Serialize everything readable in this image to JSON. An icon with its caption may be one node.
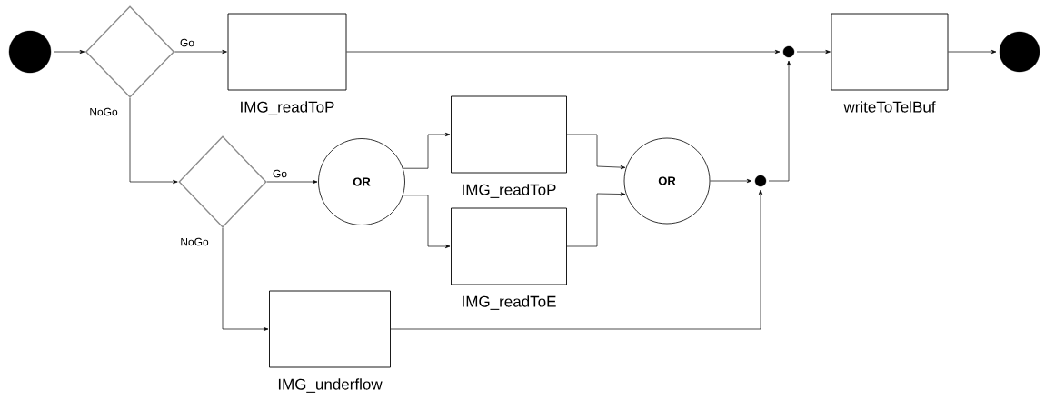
{
  "diagram": {
    "nodes": [
      {
        "text": [],
        "shape": "circle"
      },
      {
        "text": [],
        "shape": "diamond"
      },
      {
        "text": [
          "IMG_readToP"
        ]
      },
      {
        "text": [],
        "shape": "diamond"
      },
      {
        "text": [
          "OR"
        ]
      },
      {
        "text": [
          "IMG_readToP"
        ]
      },
      {
        "text": [
          "IMG_readToE"
        ]
      },
      {
        "text": [
          "OR"
        ]
      },
      {
        "text": [],
        "shape": "circle"
      },
      {
        "text": [
          "IMG_underflow"
        ]
      },
      {
        "text": [],
        "shape": "circle"
      },
      {
        "text": [
          "writeToTelBuf"
        ]
      },
      {
        "text": [],
        "shape": "circle"
      }
    ],
    "edges": [
      {
        "from": 0,
        "to": 1,
        "arrow": "to"
      },
      {
        "from": 1,
        "to": 2,
        "arrow": "to",
        "label": "Go"
      },
      {
        "from": 1,
        "to": 3,
        "arrow": "to",
        "label": "NoGo"
      },
      {
        "from": 3,
        "to": 4,
        "arrow": "to",
        "label": "Go"
      },
      {
        "from": 3,
        "to": 9,
        "arrow": "to",
        "label": "NoGo"
      },
      {
        "from": 4,
        "to": 5,
        "arrow": "to"
      },
      {
        "from": 4,
        "to": 6,
        "arrow": "to"
      },
      {
        "from": 5,
        "to": 7,
        "arrow": "to"
      },
      {
        "from": 6,
        "to": 7,
        "arrow": "to"
      },
      {
        "from": 7,
        "to": 8,
        "arrow": "to"
      },
      {
        "from": 9,
        "to": 8,
        "arrow": "to"
      },
      {
        "from": 2,
        "to": 10,
        "arrow": "to"
      },
      {
        "from": 8,
        "to": 10,
        "arrow": "to"
      },
      {
        "from": 10,
        "to": 11,
        "arrow": "to"
      },
      {
        "from": 11,
        "to": 12,
        "arrow": "to"
      }
    ]
  }
}
